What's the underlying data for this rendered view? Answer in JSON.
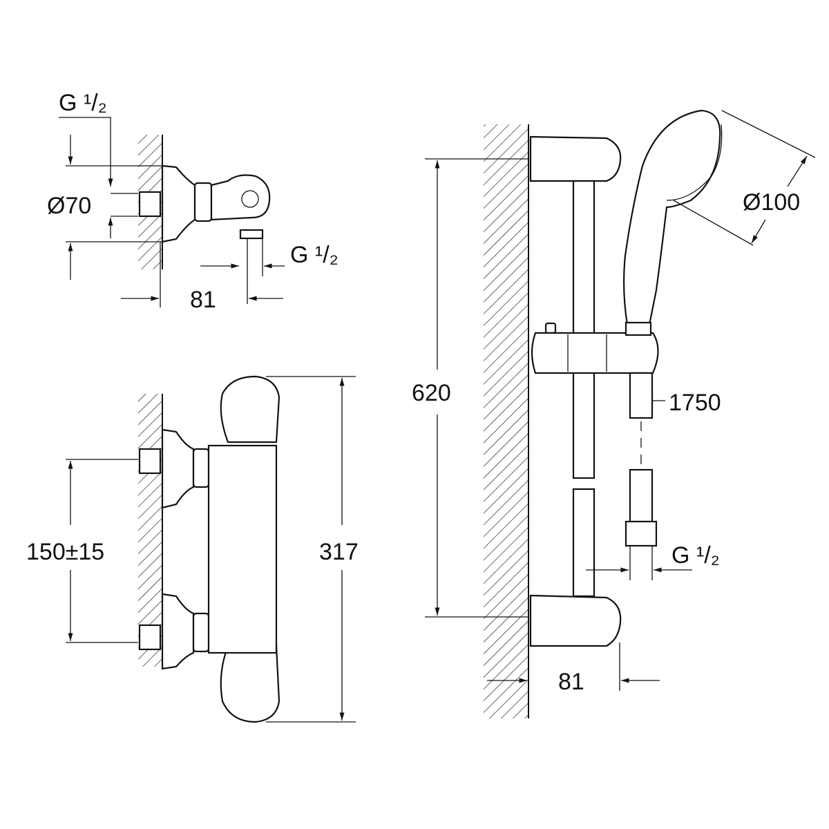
{
  "colors": {
    "line": "#111111",
    "background": "#ffffff"
  },
  "thermostat_side_view": {
    "inlet_thread": "G ¹/₂",
    "diameter": "Ø70",
    "outlet_thread": "G ¹/₂",
    "depth": "81"
  },
  "thermostat_front_view": {
    "inlet_spacing": "150±15",
    "height": "317"
  },
  "shower_rail_view": {
    "rail_length": "620",
    "head_diameter": "Ø100",
    "hose_length": "1750",
    "hose_thread": "G ¹/₂",
    "depth": "81"
  }
}
